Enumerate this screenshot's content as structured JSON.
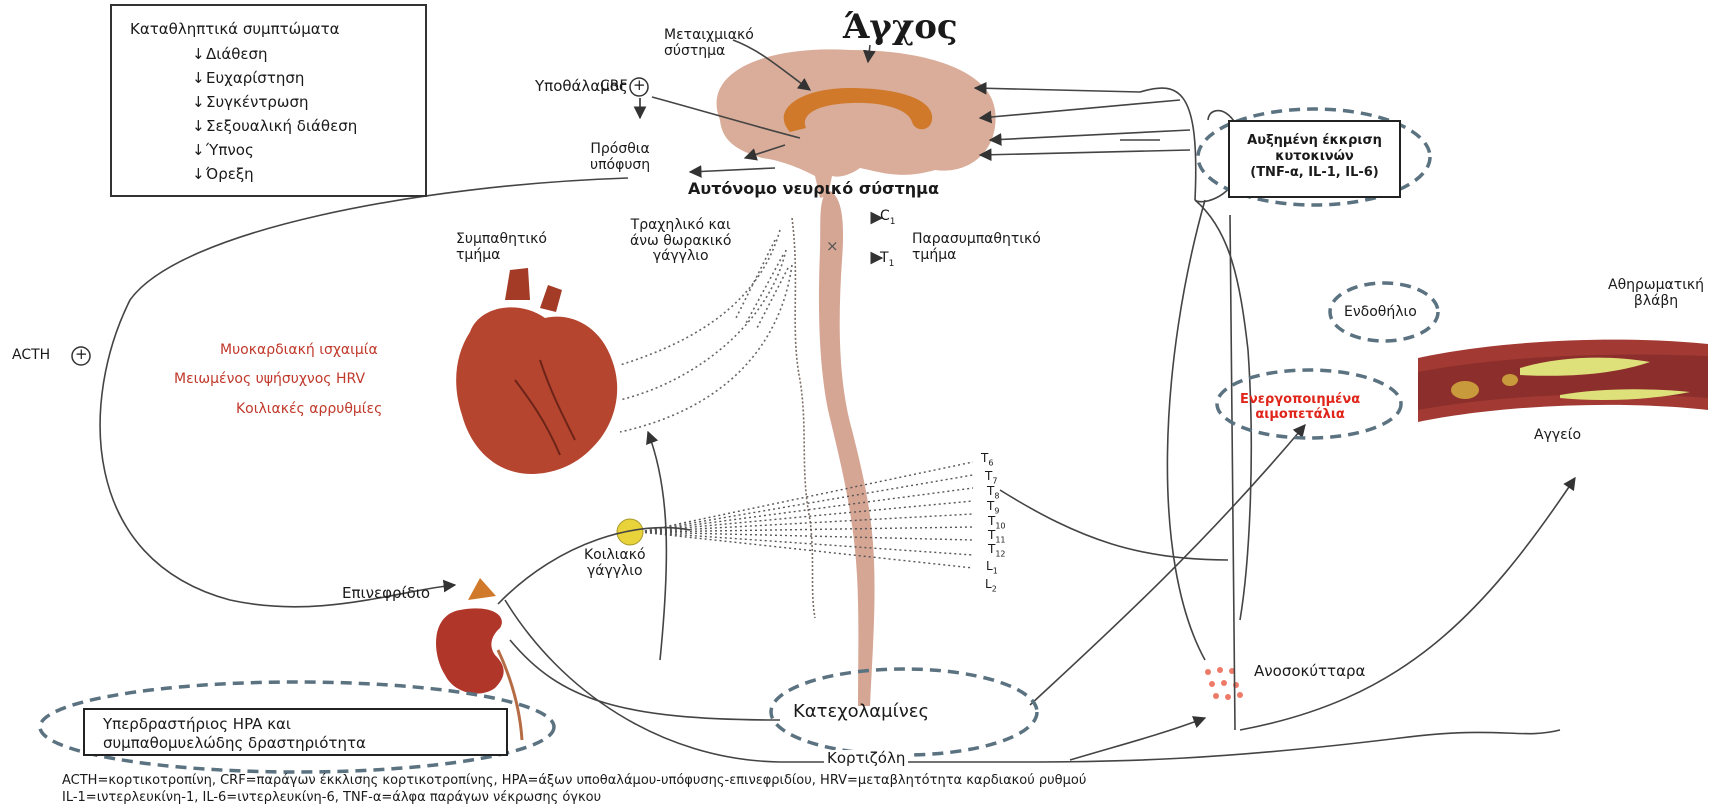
{
  "title": "Άγχος",
  "symptoms": {
    "heading": "Καταθληπτικά συμπτώματα",
    "items": [
      "Διάθεση",
      "Ευχαρίστηση",
      "Συγκέντρωση",
      "Σεξουαλική διάθεση",
      "Ύπνος",
      "Όρεξη"
    ]
  },
  "brain": {
    "limbic": [
      "Μεταιχμιακό",
      "σύστημα"
    ],
    "hypothalamus": "Υποθάλαμος",
    "crf": "CRF",
    "pituitary": [
      "Πρόσθια",
      "υπόφυση"
    ],
    "ans": "Αυτόνομο νευρικό σύστημα"
  },
  "nervous": {
    "sympathetic": [
      "Συμπαθητικό",
      "τμήμα"
    ],
    "ganglion": [
      "Τραχηλικό και",
      "άνω θωρακικό",
      "γάγγλιο"
    ],
    "parasympathetic": [
      "Παρασυμπαθητικό",
      "τμήμα"
    ],
    "celiac": [
      "Κοιλιακό",
      "γάγγλιο"
    ],
    "spine_c1": "C",
    "spine_c1_sub": "1",
    "spine_t1": "T",
    "spine_t1_sub": "1",
    "spine_labels": [
      {
        "l": "T",
        "s": "6"
      },
      {
        "l": "T",
        "s": "7"
      },
      {
        "l": "T",
        "s": "8"
      },
      {
        "l": "T",
        "s": "9"
      },
      {
        "l": "T",
        "s": "10"
      },
      {
        "l": "T",
        "s": "11"
      },
      {
        "l": "T",
        "s": "12"
      },
      {
        "l": "L",
        "s": "1"
      },
      {
        "l": "L",
        "s": "2"
      }
    ],
    "cross": "×"
  },
  "heart": {
    "effects": [
      "Μυοκαρδιακή ισχαιμία",
      "Μειωμένος υψήσυχνος HRV",
      "Κοιλιακές αρρυθμίες"
    ]
  },
  "acth": "ACTH",
  "plus": "+",
  "adrenal": "Επινεφρίδιο",
  "hpa_box": [
    "Υπερδραστήριος HPA και",
    "συμπαθομυελώδης δραστηριότητα"
  ],
  "catecholamines": "Κατεχολαμίνες",
  "cortisol": "Κορτιζόλη",
  "immune_cells": "Ανοσοκύτταρα",
  "cytokines": [
    "Αυξημένη έκκριση",
    "κυτοκινών",
    "(TNF-α, IL-1, IL-6)"
  ],
  "platelets": [
    "Ενεργοποιημένα",
    "αιμοπετάλια"
  ],
  "vessel": {
    "endothelium": "Ενδοθήλιο",
    "damage": [
      "Αθηρωματική",
      "βλάβη"
    ],
    "label": "Αγγείο"
  },
  "footer": [
    "ACTH=κορτικοτροπίνη, CRF=παράγων έκκλισης κορτικοτροπίνης, HPA=άξων υποθαλάμου-υπόφυσης-επινεφριδίου, HRV=μεταβλητότητα καρδιακού ρυθμού",
    "IL-1=ιντερλευκίνη-1, IL-6=ιντερλευκίνη-6, TNF-α=άλφα παράγων νέκρωσης όγκου"
  ],
  "colors": {
    "brain": "#d9ad99",
    "spine": "#d6a694",
    "heart": "#b5452f",
    "kidney": "#b1362a",
    "dashed_ellipse": "#5b7280",
    "effect_text": "#c0392b",
    "platelet_text": "#e0261b",
    "celiac": "#e8d43a"
  }
}
